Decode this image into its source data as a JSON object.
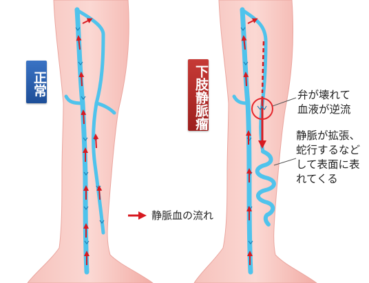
{
  "labels": {
    "normal": "正常",
    "varicose": "下肢静脈瘤"
  },
  "annotations": {
    "valve": "弁が壊れて\n血液が逆流",
    "dilation": "静脈が拡張、\n蛇行するなど\nして表面に表\nれてくる"
  },
  "legend": {
    "label": "静脈血の流れ"
  },
  "colors": {
    "skin": "#f4b3ad",
    "vein": "#4fc3ec",
    "arrow": "#d71920",
    "label_normal": "#2a5fae",
    "label_varicose": "#b12a27"
  }
}
